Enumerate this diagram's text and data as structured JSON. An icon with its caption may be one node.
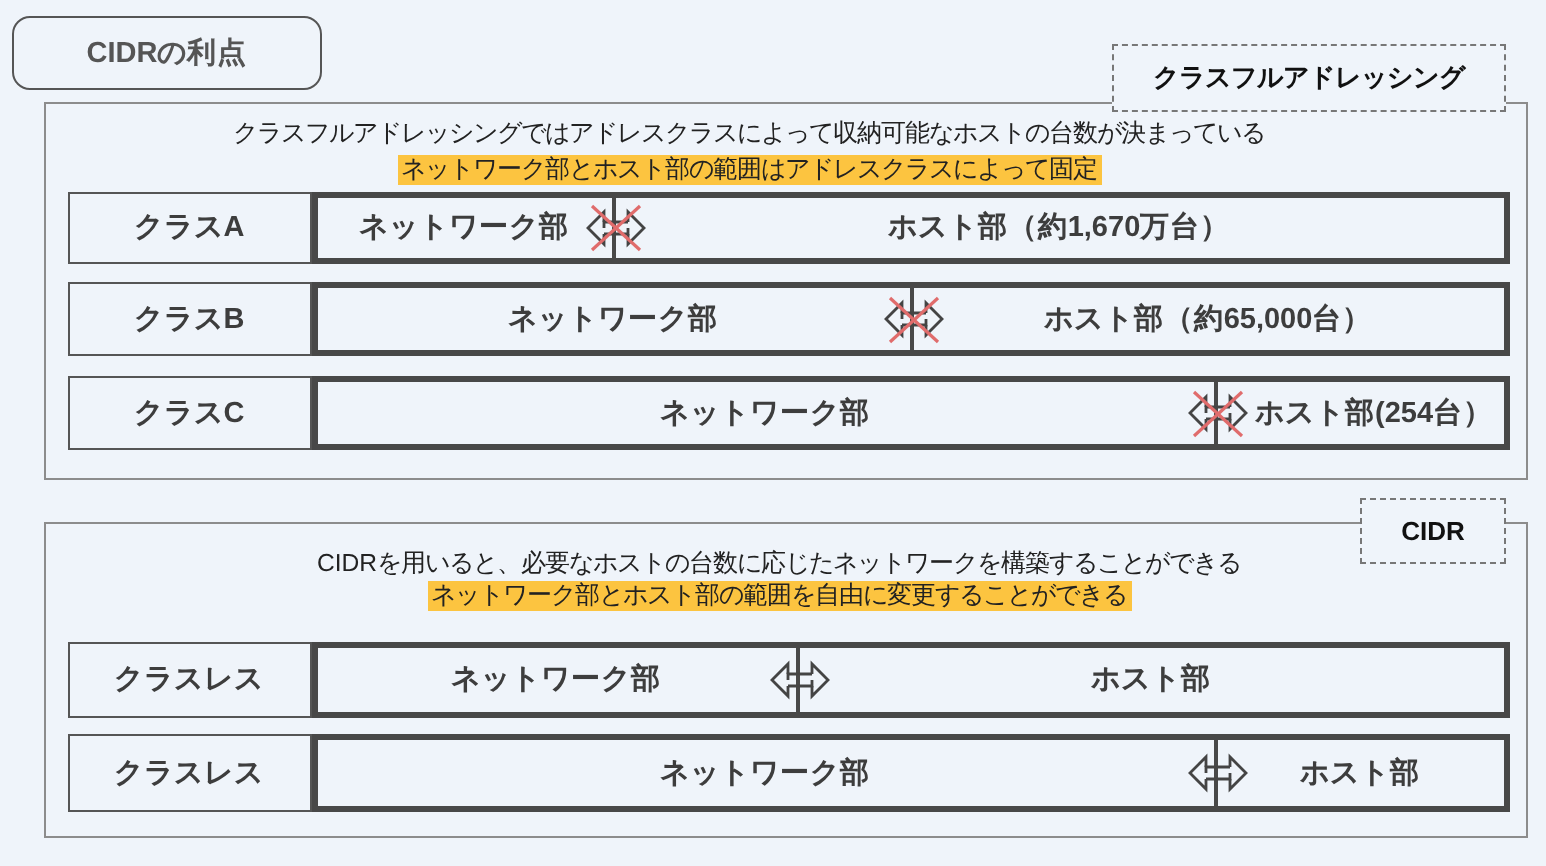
{
  "diagram": {
    "nodes": [
      {
        "text": [
          "CIDRの利点"
        ]
      },
      {
        "text": [
          "クラスフルアドレッシング"
        ]
      },
      {
        "text": [
          "クラスフルアドレッシングではアドレスクラスによって収納可能なホストの台数が決まっている",
          "ネットワーク部とホスト部の範囲はアドレスクラスによって固定"
        ]
      },
      {
        "text": [
          "クラスA"
        ],
        "in": 2
      },
      {
        "text": [
          "ネットワーク部"
        ],
        "in": 2
      },
      {
        "text": [
          "ホスト部（約1,670万台）"
        ],
        "in": 2
      },
      {
        "text": [
          "クラスB"
        ],
        "in": 2
      },
      {
        "text": [
          "ネットワーク部"
        ],
        "in": 2
      },
      {
        "text": [
          "ホスト部（約65,000台）"
        ],
        "in": 2
      },
      {
        "text": [
          "クラスC"
        ],
        "in": 2
      },
      {
        "text": [
          "ネットワーク部"
        ],
        "in": 2
      },
      {
        "text": [
          "ホスト部(254台）"
        ],
        "in": 2
      },
      {
        "text": [
          "CIDR"
        ]
      },
      {
        "text": [
          "CIDRを用いると、必要なホストの台数に応じたネットワークを構築することができる",
          "ネットワーク部とホスト部の範囲を自由に変更することができる"
        ]
      },
      {
        "text": [
          "クラスレス"
        ],
        "in": 13
      },
      {
        "text": [
          "ネットワーク部"
        ],
        "in": 13
      },
      {
        "text": [
          "ホスト部"
        ],
        "in": 13
      },
      {
        "text": [
          "クラスレス"
        ],
        "in": 13
      },
      {
        "text": [
          "ネットワーク部"
        ],
        "in": 13
      },
      {
        "text": [
          "ホスト部"
        ],
        "in": 13
      }
    ],
    "edges": [
      {
        "from": 4,
        "to": 5,
        "arrow": "both"
      },
      {
        "from": 7,
        "to": 8,
        "arrow": "both"
      },
      {
        "from": 10,
        "to": 11,
        "arrow": "both"
      },
      {
        "from": 15,
        "to": 16,
        "arrow": "both"
      },
      {
        "from": 18,
        "to": 19,
        "arrow": "both"
      }
    ]
  }
}
